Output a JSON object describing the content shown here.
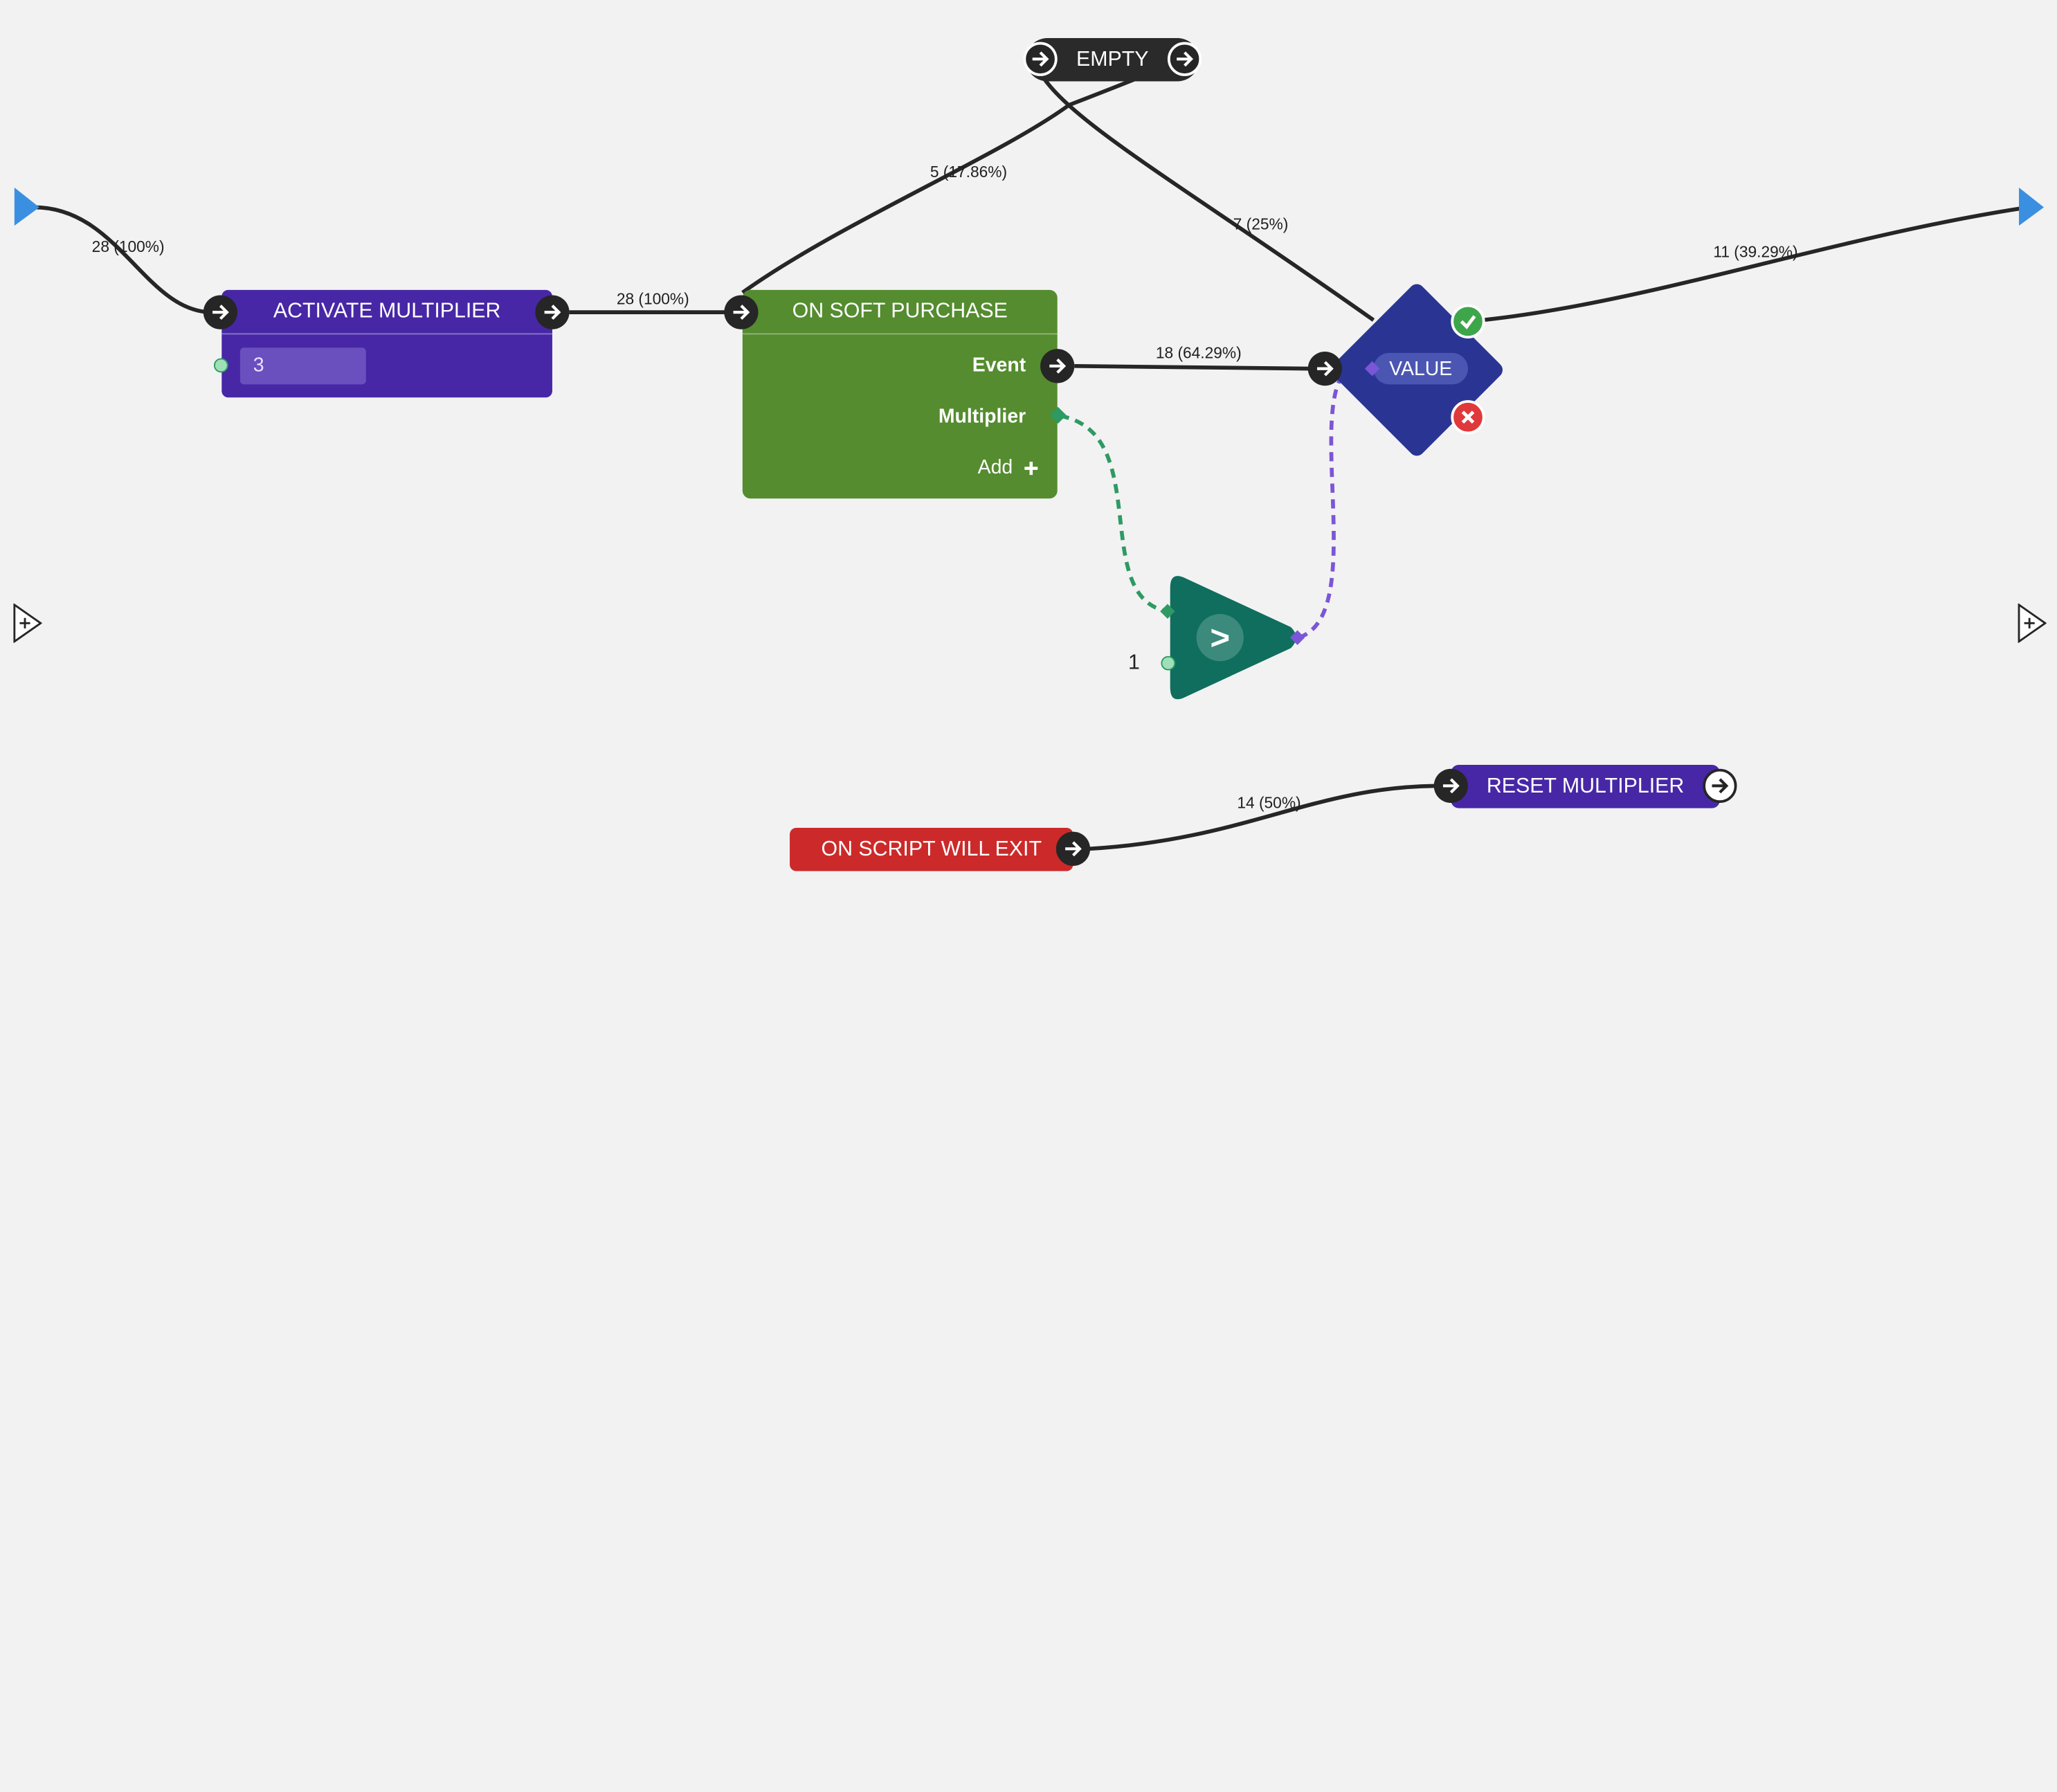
{
  "colors": {
    "background": "#f2f2f2",
    "action_node": "#4727a6",
    "event_node": "#548c2f",
    "exit_event_node": "#cc2a2a",
    "empty_node": "#2a2a2a",
    "condition_node": "#2a3593",
    "compare_node": "#0f6e5d",
    "flow_wire": "#262626",
    "number_wire": "#2e9a63",
    "bool_wire": "#7b56d6",
    "true_badge": "#3ea64a",
    "false_badge": "#e0393b",
    "entry_exit_marker": "#3a8fe0"
  },
  "nodes": {
    "activate_multiplier": {
      "title": "ACTIVATE MULTIPLIER",
      "input_value": "3"
    },
    "on_soft_purchase": {
      "title": "ON SOFT PURCHASE",
      "outputs": [
        "Event",
        "Multiplier"
      ],
      "add_label": "Add"
    },
    "empty": {
      "title": "EMPTY"
    },
    "value_condition": {
      "title": "VALUE"
    },
    "compare": {
      "operator": ">",
      "input_value": "1"
    },
    "on_script_will_exit": {
      "title": "ON SCRIPT WILL EXIT"
    },
    "reset_multiplier": {
      "title": "RESET MULTIPLIER"
    }
  },
  "wires": {
    "entry_to_activate": "28 (100%)",
    "activate_to_purchase": "28 (100%)",
    "purchase_to_empty": "5 (17.86%)",
    "empty_to_value": "7 (25%)",
    "event_to_value": "18 (64.29%)",
    "value_true_to_exit": "11 (39.29%)",
    "script_exit_to_reset": "14 (50%)"
  },
  "icons": {
    "flow_pin": "arrow-right-icon",
    "add": "plus-icon",
    "true_badge": "check-icon",
    "false_badge": "x-icon",
    "side_add": "add-port-icon",
    "entry_marker": "triangle-marker-icon"
  }
}
